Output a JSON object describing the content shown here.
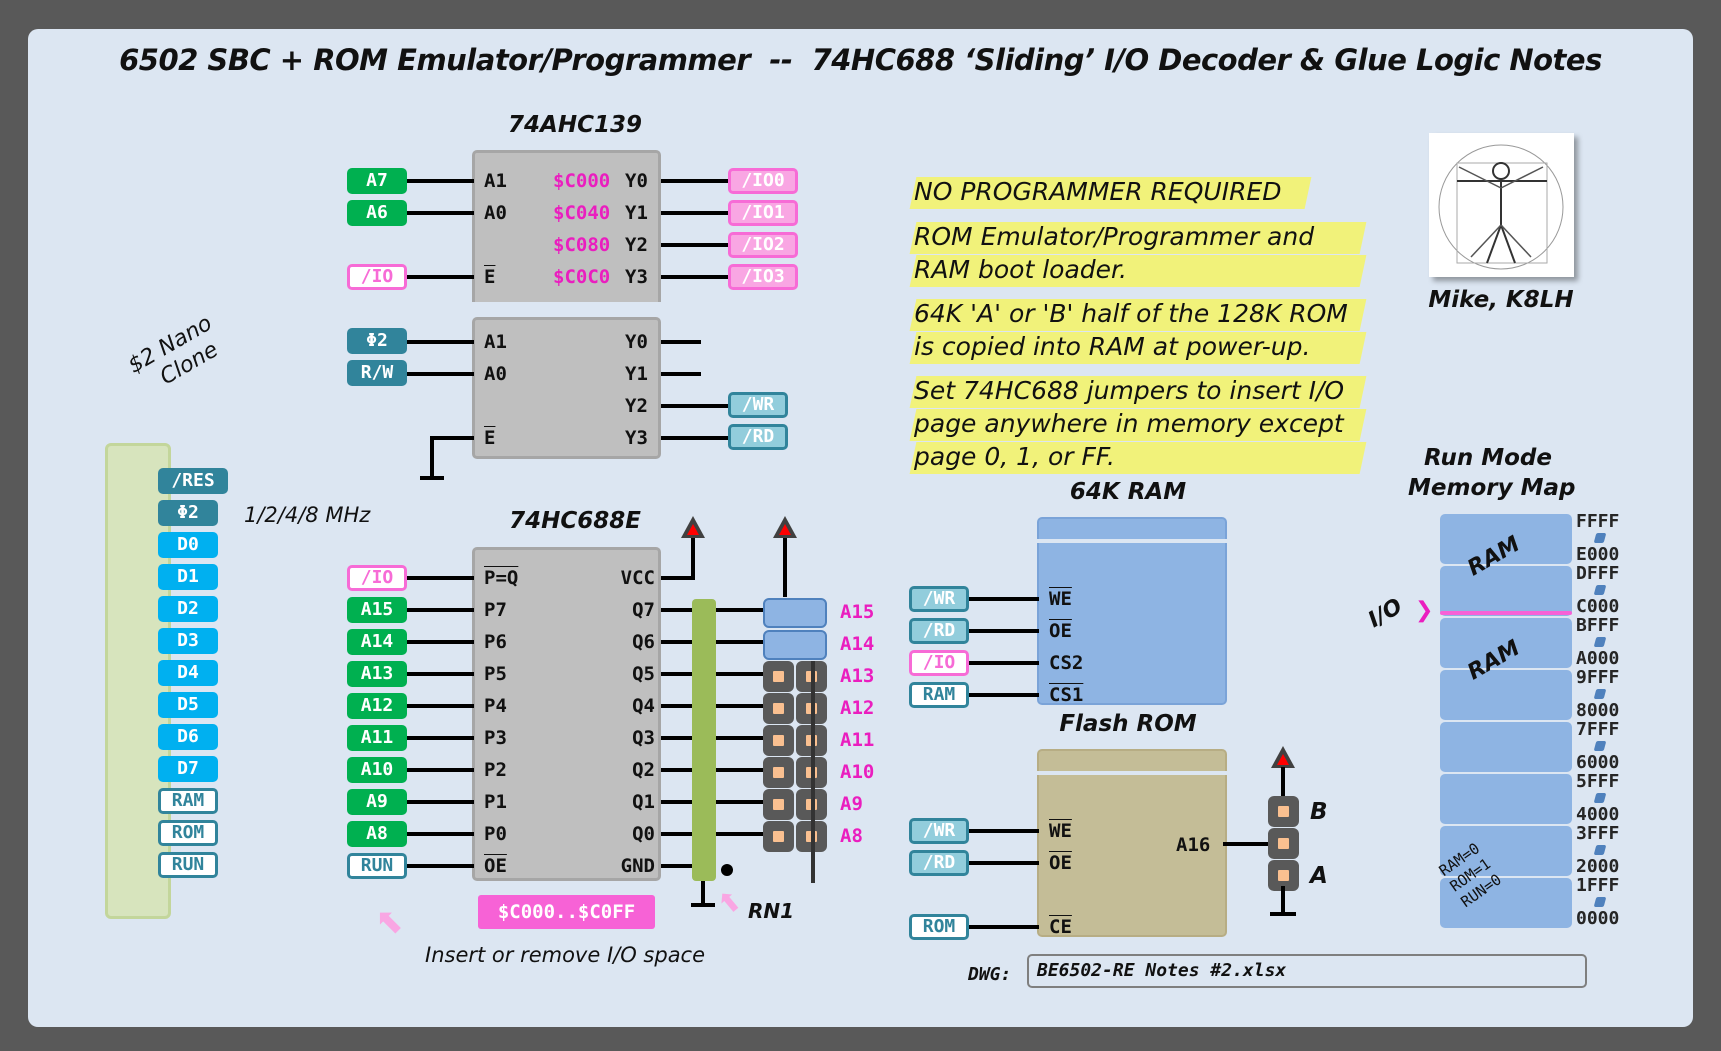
{
  "title": "6502 SBC + ROM Emulator/Programmer  --  74HC688 ‘Sliding’ I/O Decoder & Glue Logic Notes",
  "decoder139": {
    "name": "74AHC139",
    "top": {
      "inputs": [
        {
          "signal": "A7",
          "pin": "A1"
        },
        {
          "signal": "A6",
          "pin": "A0"
        },
        {
          "signal": "/IO",
          "pin": "E"
        }
      ],
      "outputs": [
        {
          "pin": "Y0",
          "addr": "$C000",
          "signal": "/IO0"
        },
        {
          "pin": "Y1",
          "addr": "$C040",
          "signal": "/IO1"
        },
        {
          "pin": "Y2",
          "addr": "$C080",
          "signal": "/IO2"
        },
        {
          "pin": "Y3",
          "addr": "$C0C0",
          "signal": "/IO3"
        }
      ]
    },
    "bottom": {
      "inputs": [
        {
          "signal": "Φ2",
          "pin": "A1"
        },
        {
          "signal": "R/W",
          "pin": "A0"
        },
        {
          "signal": "",
          "pin": "E"
        }
      ],
      "outputs": [
        {
          "pin": "Y0",
          "signal": ""
        },
        {
          "pin": "Y1",
          "signal": ""
        },
        {
          "pin": "Y2",
          "signal": "/WR"
        },
        {
          "pin": "Y3",
          "signal": "/RD"
        }
      ]
    }
  },
  "nano": {
    "label_line1": "$2 Nano",
    "label_line2": "Clone",
    "clock_note": "1/2/4/8 MHz",
    "pins": [
      "/RES",
      "Φ2",
      "D0",
      "D1",
      "D2",
      "D3",
      "D4",
      "D5",
      "D6",
      "D7",
      "RAM",
      "ROM",
      "RUN"
    ]
  },
  "comparator688": {
    "name": "74HC688E",
    "inputs": [
      {
        "signal": "/IO",
        "pin": "P=Q"
      },
      {
        "signal": "A15",
        "pin": "P7"
      },
      {
        "signal": "A14",
        "pin": "P6"
      },
      {
        "signal": "A13",
        "pin": "P5"
      },
      {
        "signal": "A12",
        "pin": "P4"
      },
      {
        "signal": "A11",
        "pin": "P3"
      },
      {
        "signal": "A10",
        "pin": "P2"
      },
      {
        "signal": "A9",
        "pin": "P1"
      },
      {
        "signal": "A8",
        "pin": "P0"
      },
      {
        "signal": "RUN",
        "pin": "OE"
      }
    ],
    "outputs": [
      "VCC",
      "Q7",
      "Q6",
      "Q5",
      "Q4",
      "Q3",
      "Q2",
      "Q1",
      "Q0",
      "GND"
    ],
    "jumper_labels": [
      "A15",
      "A14",
      "A13",
      "A12",
      "A11",
      "A10",
      "A9",
      "A8"
    ],
    "jumpers_installed": [
      "A15",
      "A14"
    ],
    "range_badge": "$C000..$C0FF",
    "rn_label": "RN1",
    "insert_note": "Insert or remove I/O space"
  },
  "notes": {
    "n1": [
      "NO PROGRAMMER REQUIRED"
    ],
    "n2": [
      "ROM Emulator/Programmer and",
      "RAM boot loader."
    ],
    "n3": [
      "64K 'A' or 'B' half of the 128K ROM",
      "is copied into RAM at power-up."
    ],
    "n4": [
      "Set 74HC688 jumpers to insert I/O",
      "page anywhere in memory except",
      "page 0, 1, or FF."
    ]
  },
  "author": {
    "name": "Mike, K8LH",
    "image": "vitruvian-man"
  },
  "ram": {
    "name": "64K RAM",
    "pins": [
      {
        "signal": "/WR",
        "pin": "WE"
      },
      {
        "signal": "/RD",
        "pin": "OE"
      },
      {
        "signal": "/IO",
        "pin": "CS2"
      },
      {
        "signal": "RAM",
        "pin": "CS1"
      }
    ]
  },
  "rom": {
    "name": "Flash ROM",
    "pins": [
      {
        "signal": "/WR",
        "pin": "WE"
      },
      {
        "signal": "/RD",
        "pin": "OE"
      },
      {
        "signal": "ROM",
        "pin": "CE"
      }
    ],
    "a16_pin": "A16",
    "jumper_b": "B",
    "jumper_a": "A"
  },
  "memory_map": {
    "title_line1": "Run Mode",
    "title_line2": "Memory Map",
    "io_label": "I/O",
    "block_labels": {
      "ram_upper": "RAM",
      "ram_lower": "RAM"
    },
    "control_state": [
      "RAM=0",
      "ROM=1",
      "RUN=0"
    ],
    "ranges": [
      {
        "hi": "FFFF",
        "lo": "E000"
      },
      {
        "hi": "DFFF",
        "lo": "C000"
      },
      {
        "hi": "BFFF",
        "lo": "A000"
      },
      {
        "hi": "9FFF",
        "lo": "8000"
      },
      {
        "hi": "7FFF",
        "lo": "6000"
      },
      {
        "hi": "5FFF",
        "lo": "4000"
      },
      {
        "hi": "3FFF",
        "lo": "2000"
      },
      {
        "hi": "1FFF",
        "lo": "0000"
      }
    ]
  },
  "footer": {
    "dwg_label": "DWG:",
    "dwg_value": "BE6502-RE Notes #2.xlsx"
  },
  "colors": {
    "background": "#dce6f2",
    "address_green": "#00b050",
    "control_teal": "#31849b",
    "data_cyan": "#00b0f0",
    "io_pink": "#f76bd6",
    "highlight_yellow": "#f1f27a",
    "ram_blue": "#8eb4e3",
    "rom_tan": "#c4bd97"
  }
}
